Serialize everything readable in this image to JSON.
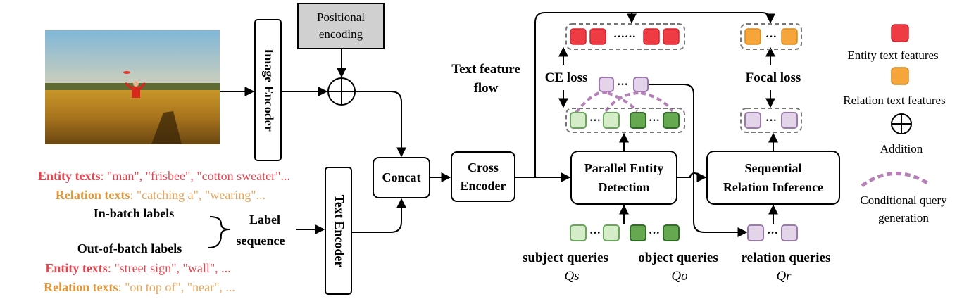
{
  "image_encoder": "Image Encoder",
  "text_encoder": "Text Encoder",
  "positional_encoding": [
    "Positional",
    "encoding"
  ],
  "concat": "Concat",
  "cross_encoder": [
    "Cross",
    "Encoder"
  ],
  "parallel_entity_detection": [
    "Parallel Entity",
    "Detection"
  ],
  "sequential_relation_inference": [
    "Sequential",
    "Relation Inference"
  ],
  "text_feature_flow": [
    "Text feature",
    "flow"
  ],
  "ce_loss": "CE loss",
  "focal_loss": "Focal loss",
  "dots": "······",
  "short_dots": "···",
  "label_sequence": [
    "Label",
    "sequence"
  ],
  "in_batch_labels": "In-batch labels",
  "out_of_batch_labels": "Out-of-batch labels",
  "entity_texts_top": {
    "key": "Entity texts",
    "value": ": \"man\", \"frisbee\", \"cotton sweater\"..."
  },
  "relation_texts_top": {
    "key": "Relation texts",
    "value": ": \"catching a\", \"wearing\"..."
  },
  "entity_texts_bottom": {
    "key": "Entity texts",
    "value": ": \"street sign\", \"wall\", ..."
  },
  "relation_texts_bottom": {
    "key": "Relation texts",
    "value": ": \"on top of\", \"near\", ..."
  },
  "subject_queries": {
    "label": "subject queries",
    "symbol": "Qs"
  },
  "object_queries": {
    "label": "object queries",
    "symbol": "Qo"
  },
  "relation_queries": {
    "label": "relation queries",
    "symbol": "Qr"
  },
  "legend": {
    "entity": "Entity text features",
    "relation": "Relation text features",
    "addition": "Addition",
    "conditional": [
      "Conditional query",
      "generation"
    ]
  },
  "colors": {
    "entity_feature": "#ee3b44",
    "relation_feature": "#f6a53a",
    "subject_query": "#d4ecc8",
    "object_query": "#66a84f",
    "relation_query": "#e3d4ea",
    "conditional_dash": "#b57fb8",
    "entity_text": "#e8434f",
    "relation_text": "#e0963a",
    "positional_box": "#d0d0d0"
  }
}
